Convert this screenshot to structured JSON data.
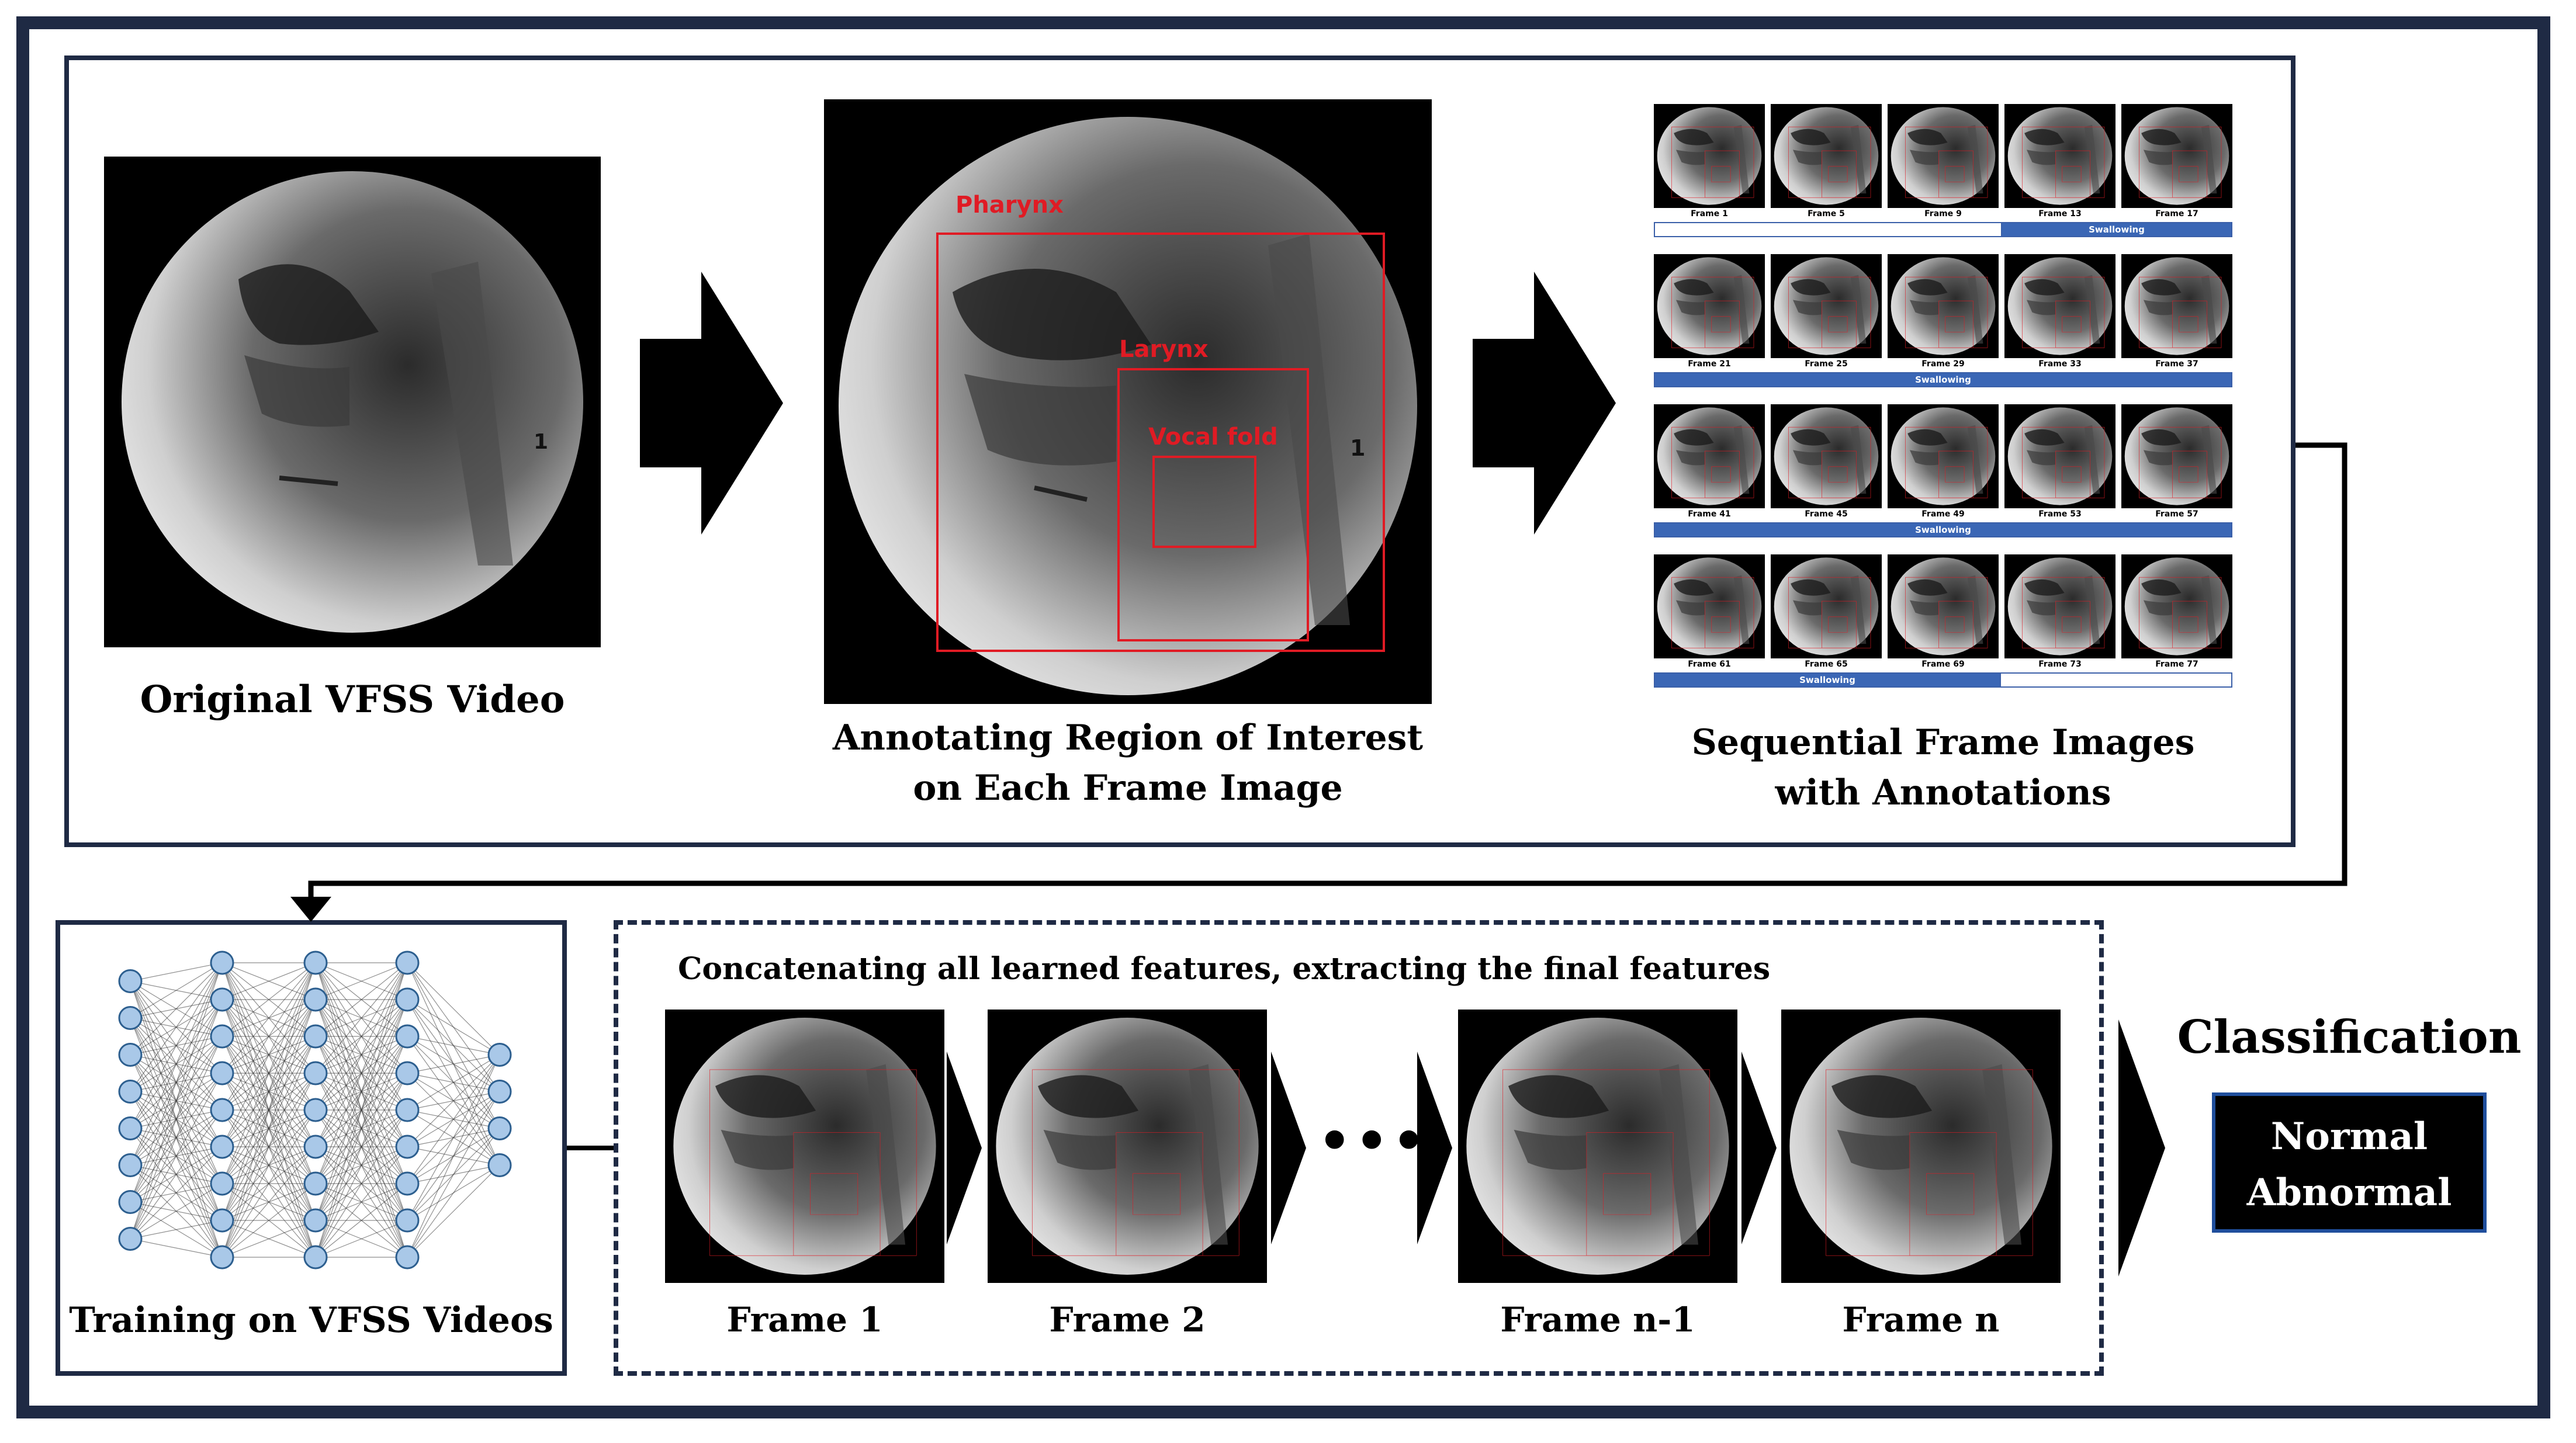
{
  "labels": {
    "original": "Original VFSS Video",
    "annotating_line1": "Annotating Region of Interest",
    "annotating_line2": "on Each Frame Image",
    "sequential_line1": "Sequential Frame Images",
    "sequential_line2": "with Annotations",
    "training": "Training on VFSS Videos",
    "concat": "Concatenating all learned features, extracting the final features",
    "classification": "Classification",
    "ellipsis": "•••"
  },
  "roi": {
    "pharynx": "Pharynx",
    "larynx": "Larynx",
    "vocal_fold": "Vocal fold",
    "marker": "1"
  },
  "grid": {
    "rows": [
      {
        "frames": [
          "Frame 1",
          "Frame 5",
          "Frame 9",
          "Frame 13",
          "Frame 17"
        ],
        "bar": "Swallowing",
        "bar_span": [
          3,
          5
        ]
      },
      {
        "frames": [
          "Frame 21",
          "Frame 25",
          "Frame 29",
          "Frame 33",
          "Frame 37"
        ],
        "bar": "Swallowing",
        "bar_span": [
          0,
          5
        ]
      },
      {
        "frames": [
          "Frame 41",
          "Frame 45",
          "Frame 49",
          "Frame 53",
          "Frame 57"
        ],
        "bar": "Swallowing",
        "bar_span": [
          0,
          5
        ]
      },
      {
        "frames": [
          "Frame 61",
          "Frame 65",
          "Frame 69",
          "Frame 73",
          "Frame 77"
        ],
        "bar": "Swallowing",
        "bar_span": [
          0,
          3
        ]
      }
    ]
  },
  "frames": [
    "Frame 1",
    "Frame 2",
    "Frame n-1",
    "Frame n"
  ],
  "result": {
    "normal": "Normal",
    "abnormal": "Abnormal"
  },
  "network": {
    "layer_sizes": [
      8,
      9,
      9,
      9,
      4
    ]
  },
  "colors": {
    "border": "#1f2a44",
    "roi": "#e01b24",
    "node": "#a9c8e8",
    "bar": "#3a66b5",
    "result_border": "#1f4e9c"
  }
}
